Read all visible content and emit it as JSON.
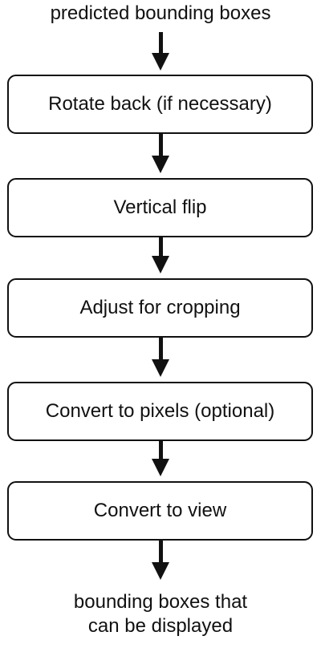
{
  "diagram": {
    "input_label": "predicted bounding boxes",
    "steps": [
      {
        "label": "Rotate back (if necessary)"
      },
      {
        "label": "Vertical flip"
      },
      {
        "label": "Adjust for cropping"
      },
      {
        "label": "Convert to pixels (optional)"
      },
      {
        "label": "Convert to view"
      }
    ],
    "output_label": [
      "bounding boxes that",
      "can be displayed"
    ],
    "colors": {
      "stroke": "#111111",
      "background": "#ffffff"
    }
  }
}
